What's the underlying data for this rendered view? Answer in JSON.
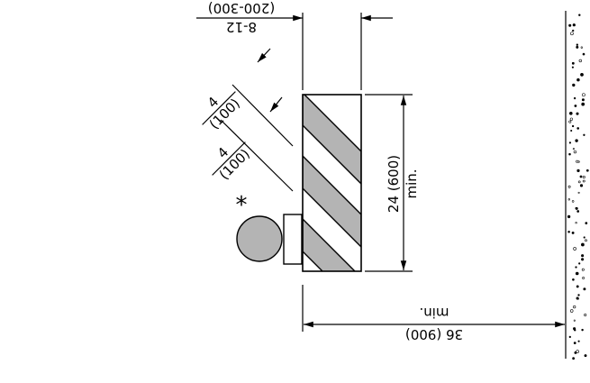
{
  "labels": {
    "top_dim_metric": "(200-300)",
    "top_dim_imperial": "8-12",
    "stripe_dim1_imperial": "4",
    "stripe_dim1_metric": "(100)",
    "stripe_dim2_imperial": "4",
    "stripe_dim2_metric": "(100)",
    "height_dim": "24 (600)",
    "height_dim_note": "min.",
    "asterisk": "*",
    "width_dim_note": "min.",
    "width_dim": "36 (900)"
  },
  "colors": {
    "stripe_fill": "#b4b4b4",
    "stroke": "#000000",
    "background": "#ffffff"
  }
}
